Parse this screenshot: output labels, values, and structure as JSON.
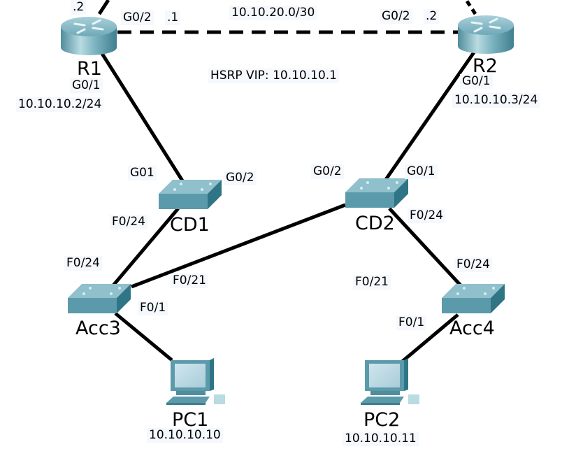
{
  "diagram": {
    "devices": {
      "r1": {
        "name": "R1",
        "type": "router"
      },
      "r2": {
        "name": "R2",
        "type": "router"
      },
      "cd1": {
        "name": "CD1",
        "type": "switch"
      },
      "cd2": {
        "name": "CD2",
        "type": "switch"
      },
      "acc3": {
        "name": "Acc3",
        "type": "switch"
      },
      "acc4": {
        "name": "Acc4",
        "type": "switch"
      },
      "pc1": {
        "name": "PC1",
        "type": "pc",
        "ip": "10.10.10.10"
      },
      "pc2": {
        "name": "PC2",
        "type": "pc",
        "ip": "10.10.10.11"
      }
    },
    "labels": {
      "r1_top": ".2",
      "r1_g02": "G0/2",
      "r1_g02_ip": ".1",
      "r1_g01": "G0/1",
      "r1_g01_ip": "10.10.10.2/24",
      "link_subnet": "10.10.20.0/30",
      "r2_g02": "G0/2",
      "r2_g02_ip": ".2",
      "r2_g01": "G0/1",
      "r2_g01_ip": "10.10.10.3/24",
      "hsrp": "HSRP VIP: 10.10.10.1",
      "cd1_g01": "G01",
      "cd1_g02": "G0/2",
      "cd1_f024": "F0/24",
      "cd2_g02": "G0/2",
      "cd2_g01": "G0/1",
      "cd2_f024": "F0/24",
      "acc3_f024": "F0/24",
      "acc3_f021": "F0/21",
      "acc3_f01": "F0/1",
      "acc4_f021": "F0/21",
      "acc4_f024": "F0/24",
      "acc4_f01": "F0/1"
    },
    "links": [
      {
        "from": "R1",
        "to": "R2",
        "style": "dashed"
      },
      {
        "from": "R1",
        "to": "CD1",
        "style": "solid"
      },
      {
        "from": "R2",
        "to": "CD2",
        "style": "solid"
      },
      {
        "from": "CD1",
        "to": "Acc3",
        "style": "solid"
      },
      {
        "from": "CD2",
        "to": "Acc3",
        "style": "solid"
      },
      {
        "from": "CD2",
        "to": "Acc4",
        "style": "solid"
      },
      {
        "from": "Acc3",
        "to": "PC1",
        "style": "solid"
      },
      {
        "from": "Acc4",
        "to": "PC2",
        "style": "solid"
      }
    ],
    "colors": {
      "device_body": "#5b9aaa",
      "device_dark": "#2f7585",
      "device_top": "#8fc0cc",
      "link": "#000000"
    }
  }
}
